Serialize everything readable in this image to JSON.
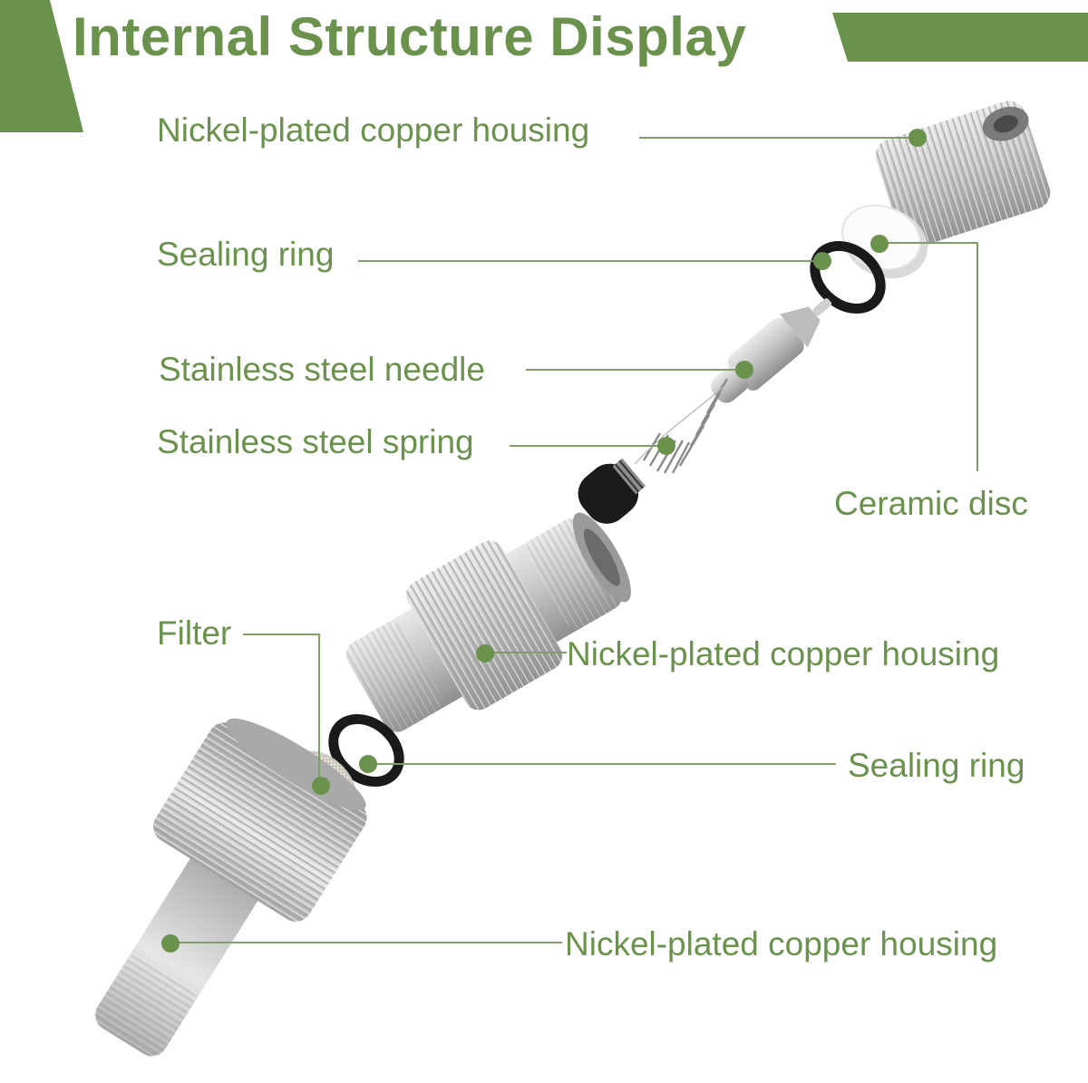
{
  "title": "Internal Structure Display",
  "colors": {
    "accent": "#6a924c",
    "line": "#7f9f67",
    "metal": "#c9c9c9",
    "rubber": "#1a1a1a"
  },
  "labels": {
    "top_housing": "Nickel-plated copper housing",
    "top_sealing_ring": "Sealing ring",
    "needle": "Stainless steel needle",
    "spring": "Stainless steel spring",
    "ceramic_disc": "Ceramic disc",
    "filter": "Filter",
    "middle_housing": "Nickel-plated copper housing",
    "bottom_sealing_ring": "Sealing ring",
    "bottom_housing": "Nickel-plated copper housing"
  }
}
